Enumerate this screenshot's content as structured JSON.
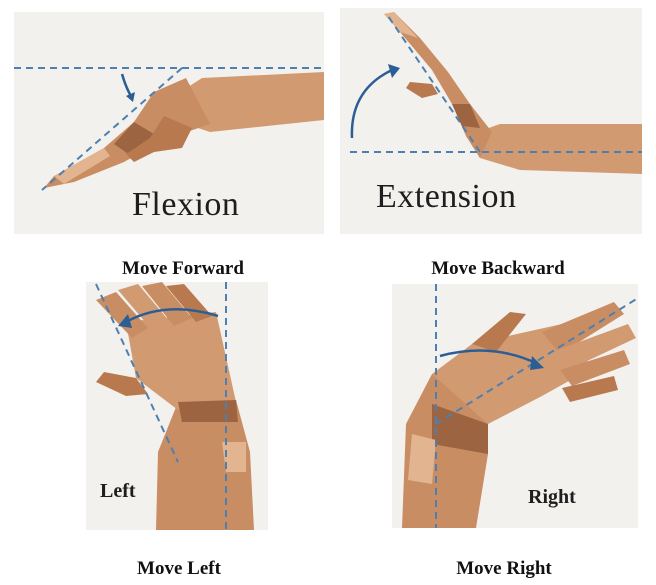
{
  "panels": {
    "flexion": {
      "label": "Flexion",
      "caption": "Move Forward"
    },
    "extension": {
      "label": "Extension",
      "caption": "Move Backward"
    },
    "left": {
      "label": "Left",
      "caption": "Move Left"
    },
    "right": {
      "label": "Right",
      "caption": "Move Right"
    }
  },
  "colors": {
    "skin": "#c98d63",
    "skin_shadow": "#9c6440",
    "skin_light": "#e2b48f",
    "guide_line": "#4d7fb0",
    "arrow": "#2c5e96"
  }
}
